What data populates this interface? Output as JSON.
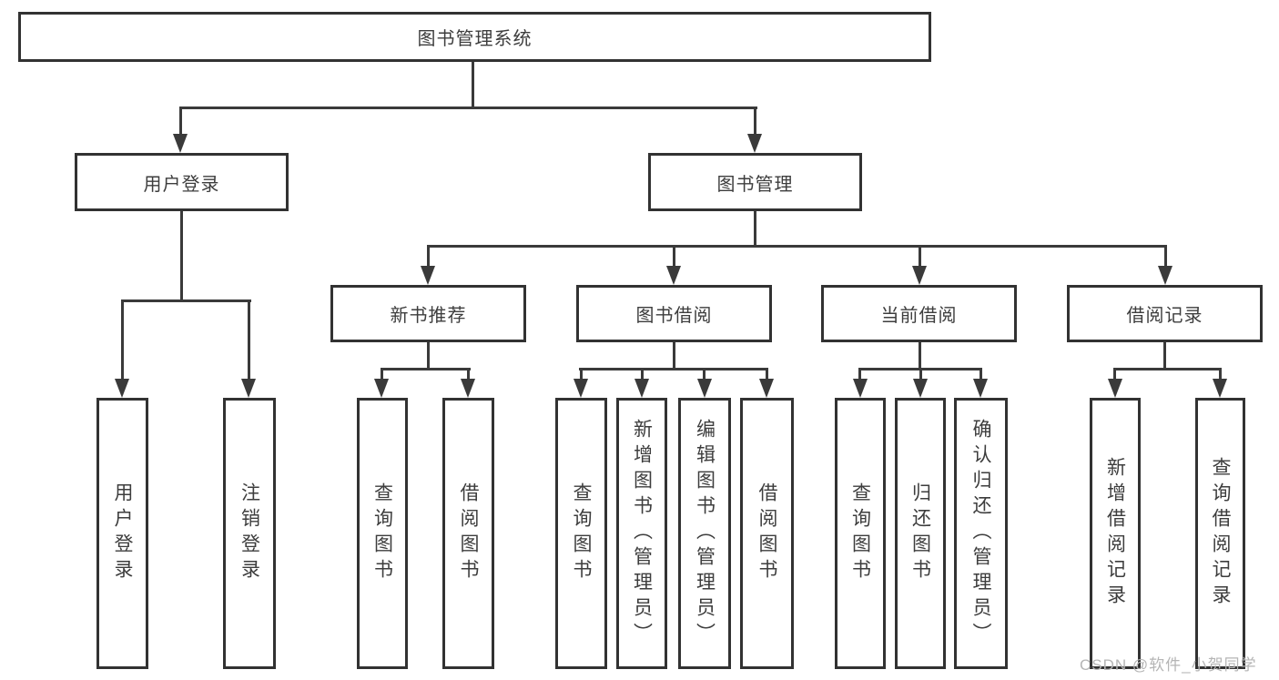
{
  "diagram": {
    "root_label": "图书管理系统",
    "level2": {
      "user_login": "用户登录",
      "book_mgmt": "图书管理"
    },
    "level3": {
      "new_book_rec": "新书推荐",
      "book_borrow": "图书借阅",
      "current_borrow": "当前借阅",
      "borrow_record": "借阅记录"
    },
    "leaves": {
      "user_login": [
        "用户登录",
        "注销登录"
      ],
      "new_book_rec": [
        "查询图书",
        "借阅图书"
      ],
      "book_borrow": [
        "查询图书",
        "新增图书（管理员）",
        "编辑图书（管理员）",
        "借阅图书"
      ],
      "current_borrow": [
        "查询图书",
        "归还图书",
        "确认归还（管理员）"
      ],
      "borrow_record": [
        "新增借阅记录",
        "查询借阅记录"
      ]
    }
  },
  "watermark": "CSDN @软件_小贺同学",
  "colors": {
    "line": "#3a3a3a",
    "box_border": "#323232",
    "box_fill": "#ffffff",
    "text": "#3d3d3d",
    "watermark": "#b5b5b5"
  }
}
